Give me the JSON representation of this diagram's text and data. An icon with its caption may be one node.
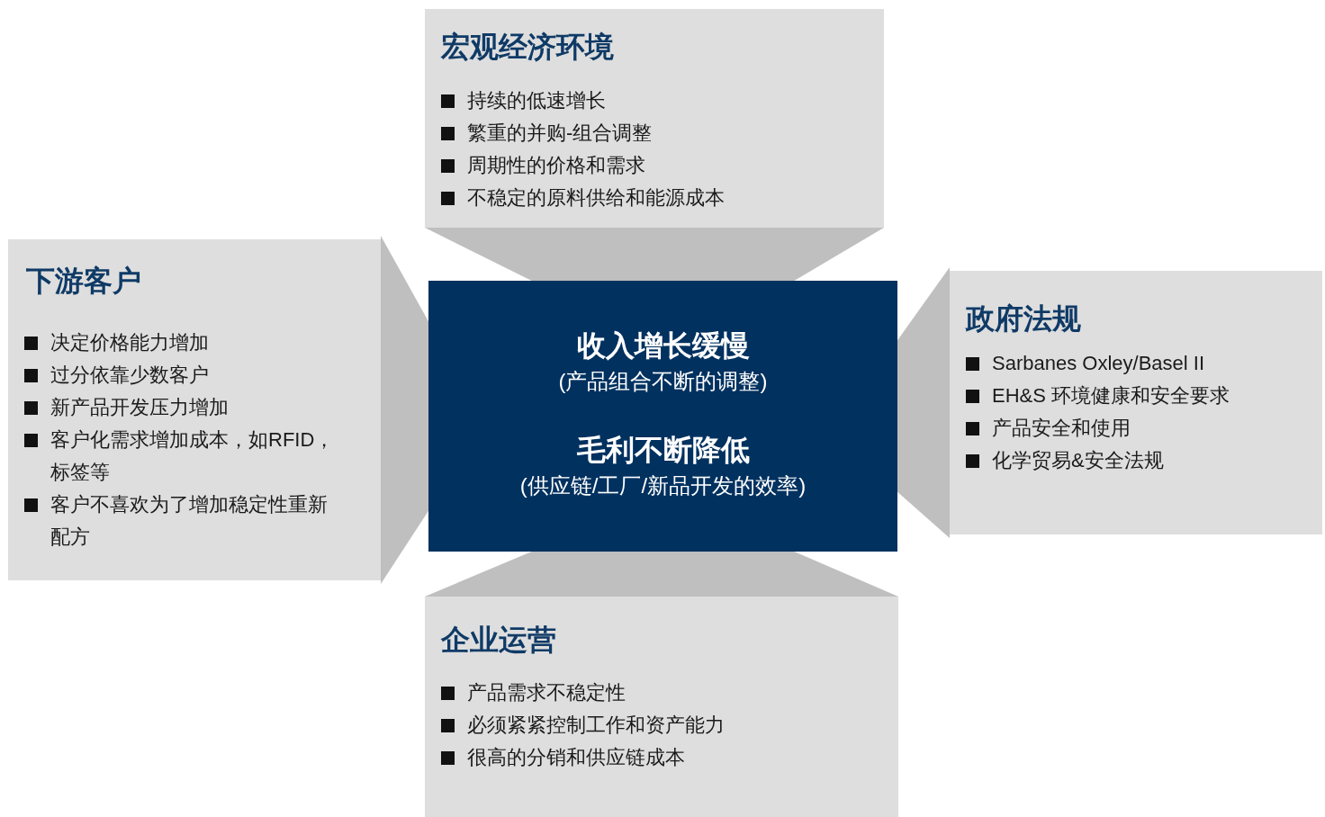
{
  "diagram": {
    "nodes": [
      {
        "text": [
          "宏观经济环境",
          "持续的低速增长",
          "繁重的并购-组合调整",
          "周期性的价格和需求",
          "不稳定的原料供给和能源成本"
        ]
      },
      {
        "text": [
          "下游客户",
          "决定价格能力增加",
          "过分依靠少数客户",
          "新产品开发压力增加",
          "客户化需求增加成本，如RFID，标签等",
          "客户不喜欢为了增加稳定性重新配方"
        ]
      },
      {
        "text": [
          "收入增长缓慢",
          "(产品组合不断的调整)",
          "毛利不断降低",
          "(供应链/工厂/新品开发的效率)"
        ]
      },
      {
        "text": [
          "政府法规",
          "Sarbanes Oxley/Basel II",
          "EH&S 环境健康和安全要求",
          "产品安全和使用",
          "化学贸易&安全法规"
        ]
      },
      {
        "text": [
          "企业运营",
          "产品需求不稳定性",
          "必须紧紧控制工作和资产能力",
          "很高的分销和供应链成本"
        ]
      }
    ],
    "edges": [
      {
        "from": 0,
        "to": 2,
        "arrow": "none"
      },
      {
        "from": 1,
        "to": 2,
        "arrow": "none"
      },
      {
        "from": 3,
        "to": 2,
        "arrow": "none"
      },
      {
        "from": 4,
        "to": 2,
        "arrow": "none"
      }
    ]
  }
}
